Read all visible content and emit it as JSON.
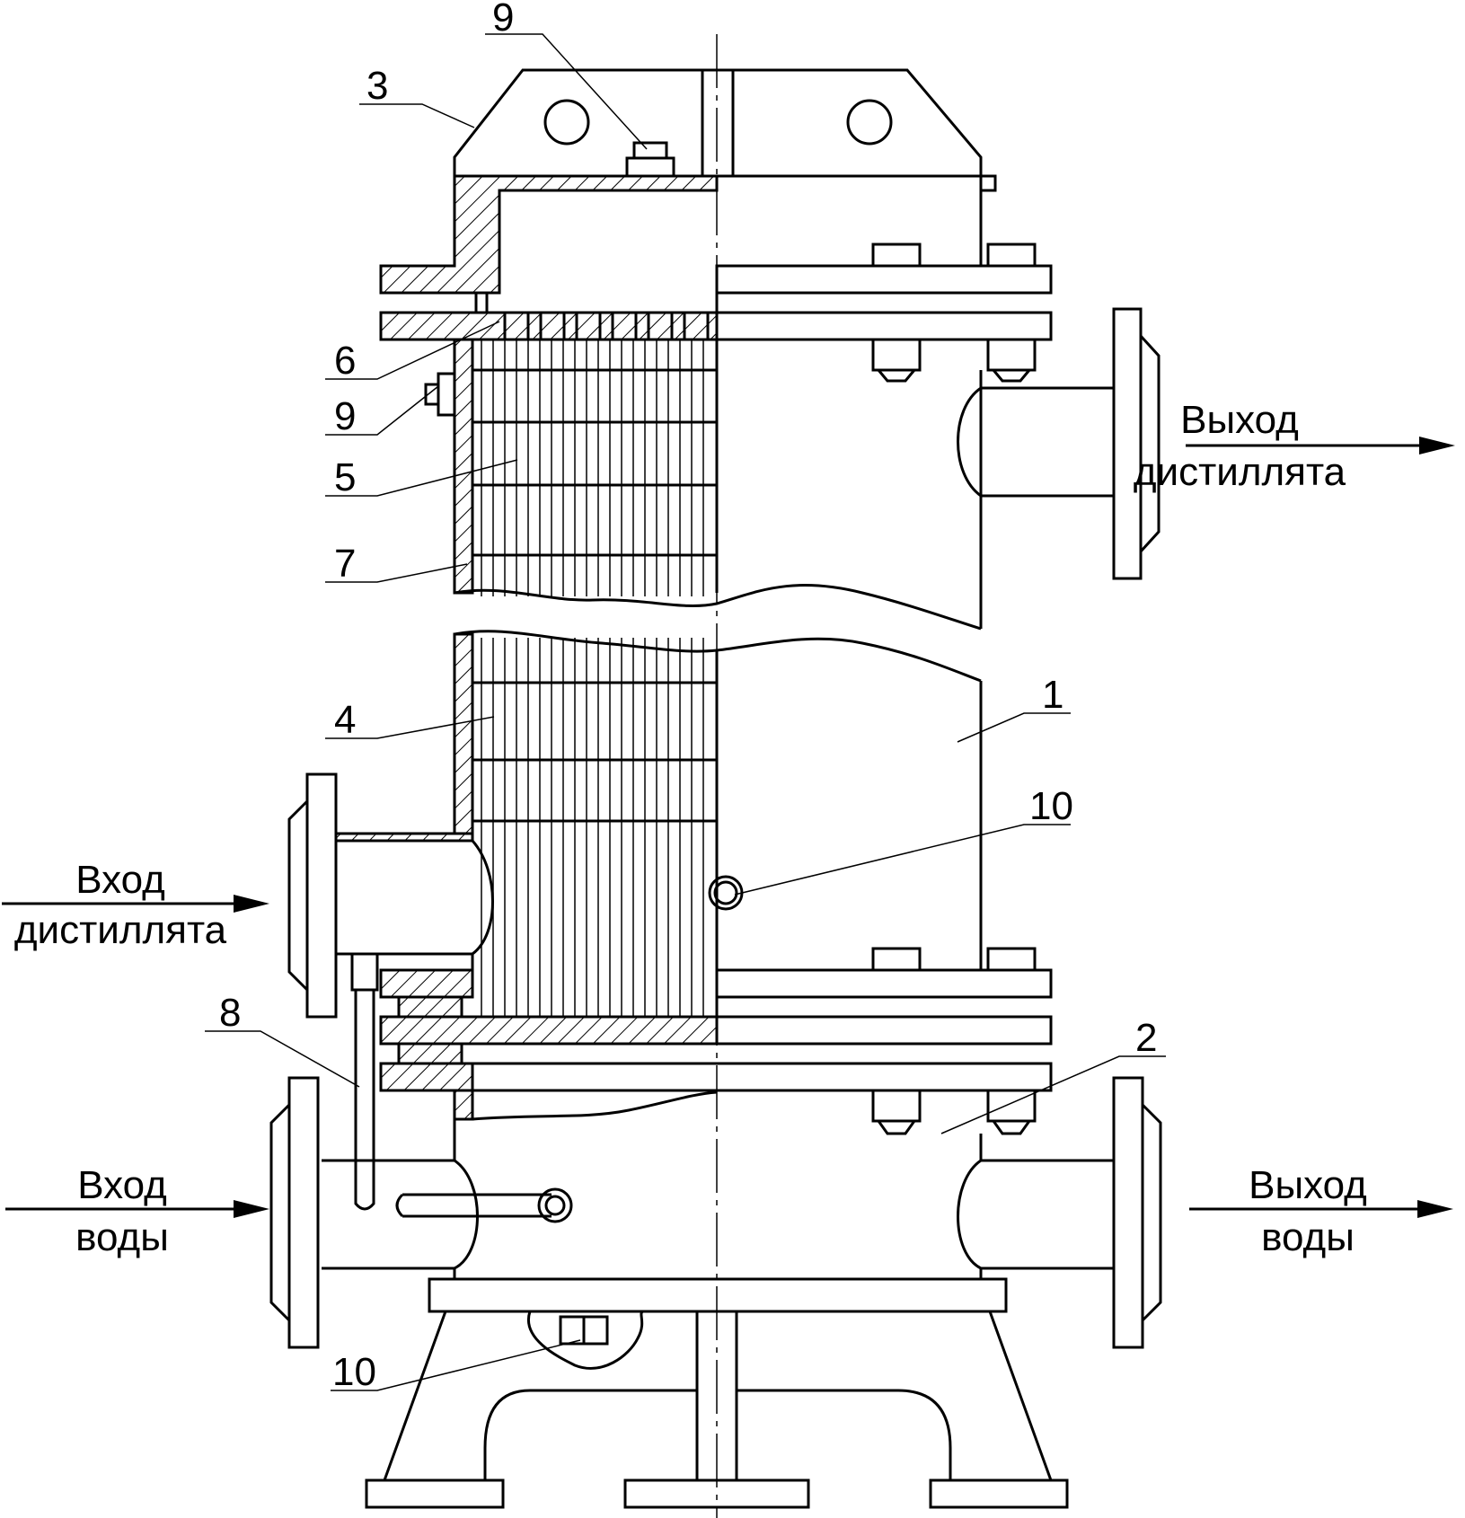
{
  "labels": {
    "l1": "1",
    "l2": "2",
    "l3": "3",
    "l4": "4",
    "l5": "5",
    "l6": "6",
    "l7": "7",
    "l8": "8",
    "l9_top": "9",
    "l9_side": "9",
    "l10_side": "10",
    "l10_bottom": "10"
  },
  "captions": {
    "distillate_out": [
      "Выход",
      "дистиллята"
    ],
    "distillate_in": [
      "Вход",
      "дистиллята"
    ],
    "water_in": [
      "Вход",
      "воды"
    ],
    "water_out": [
      "Выход",
      "воды"
    ]
  }
}
